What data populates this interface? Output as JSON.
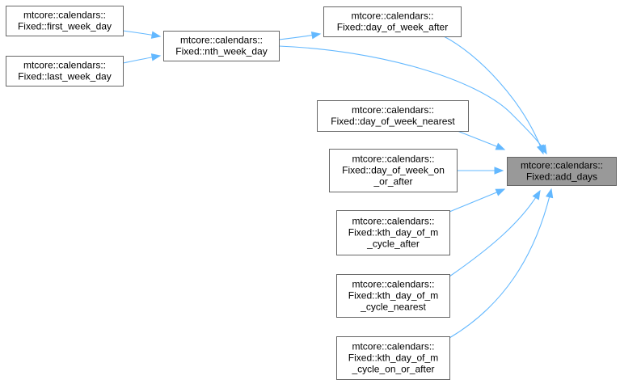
{
  "diagram": {
    "nodes": [
      {
        "id": "add_days",
        "lines": [
          "mtcore::calendars::",
          "Fixed::add_days"
        ],
        "focus": true
      },
      {
        "id": "day_of_week_after",
        "lines": [
          "mtcore::calendars::",
          "Fixed::day_of_week_after"
        ]
      },
      {
        "id": "nth_week_day",
        "lines": [
          "mtcore::calendars::",
          "Fixed::nth_week_day"
        ]
      },
      {
        "id": "first_week_day",
        "lines": [
          "mtcore::calendars::",
          "Fixed::first_week_day"
        ]
      },
      {
        "id": "last_week_day",
        "lines": [
          "mtcore::calendars::",
          "Fixed::last_week_day"
        ]
      },
      {
        "id": "day_of_week_nearest",
        "lines": [
          "mtcore::calendars::",
          "Fixed::day_of_week_nearest"
        ]
      },
      {
        "id": "day_of_week_on_or_after",
        "lines": [
          "mtcore::calendars::",
          "Fixed::day_of_week_on",
          "_or_after"
        ]
      },
      {
        "id": "kth_day_of_m_cycle_after",
        "lines": [
          "mtcore::calendars::",
          "Fixed::kth_day_of_m",
          "_cycle_after"
        ]
      },
      {
        "id": "kth_day_of_m_cycle_nearest",
        "lines": [
          "mtcore::calendars::",
          "Fixed::kth_day_of_m",
          "_cycle_nearest"
        ]
      },
      {
        "id": "kth_day_of_m_cycle_on_or_after",
        "lines": [
          "mtcore::calendars::",
          "Fixed::kth_day_of_m",
          "_cycle_on_or_after"
        ]
      }
    ],
    "edges": [
      {
        "from": "day_of_week_after",
        "to": "add_days"
      },
      {
        "from": "nth_week_day",
        "to": "add_days"
      },
      {
        "from": "day_of_week_nearest",
        "to": "add_days"
      },
      {
        "from": "day_of_week_on_or_after",
        "to": "add_days"
      },
      {
        "from": "kth_day_of_m_cycle_after",
        "to": "add_days"
      },
      {
        "from": "kth_day_of_m_cycle_nearest",
        "to": "add_days"
      },
      {
        "from": "kth_day_of_m_cycle_on_or_after",
        "to": "add_days"
      },
      {
        "from": "nth_week_day",
        "to": "day_of_week_after"
      },
      {
        "from": "first_week_day",
        "to": "nth_week_day"
      },
      {
        "from": "last_week_day",
        "to": "nth_week_day"
      }
    ],
    "colors": {
      "edge": "#63b8ff",
      "node_border": "#666666",
      "focus_fill": "#999999"
    }
  }
}
